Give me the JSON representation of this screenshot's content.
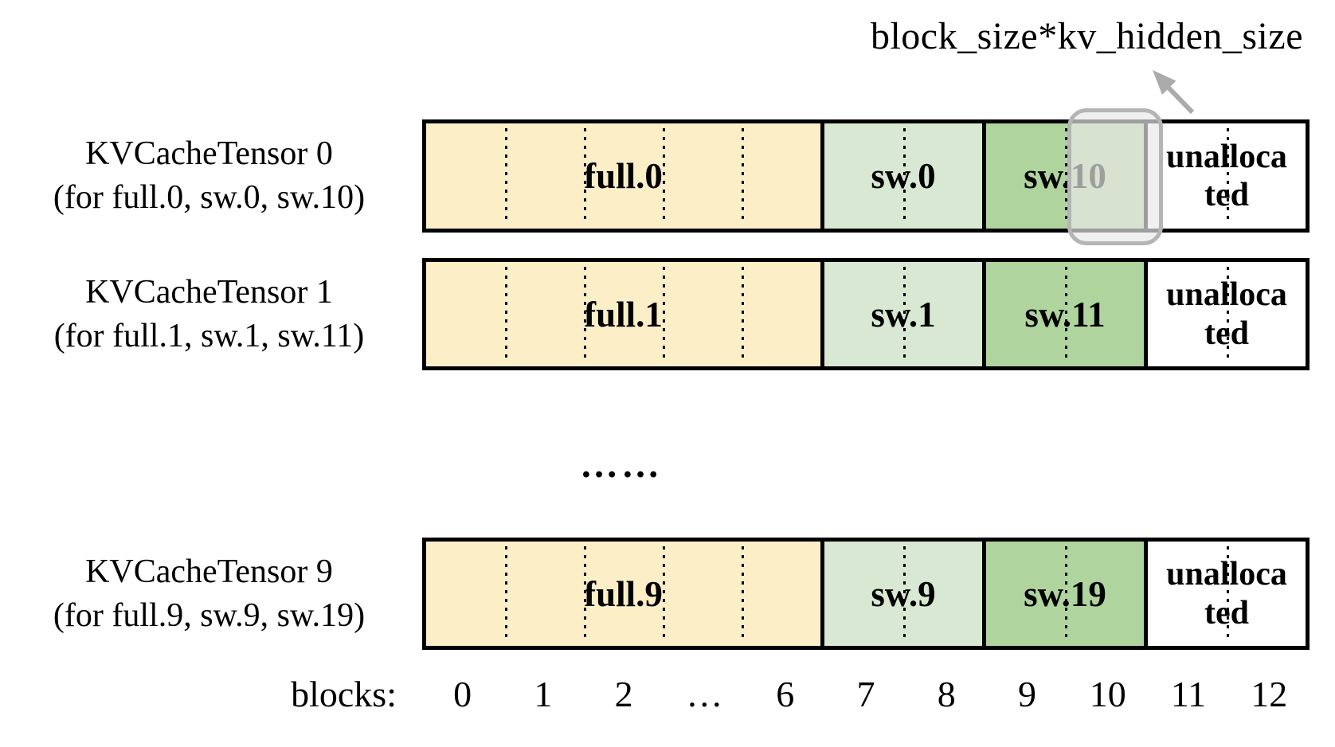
{
  "colors": {
    "segment-full": "#FCEFC8",
    "segment-sw-low": "#D8E8D2",
    "segment-sw-high": "#B0D49E",
    "highlight-fill": "#E9E9E9",
    "highlight-border": "#B5B5B5",
    "arrow": "#ABABAB"
  },
  "annotation": {
    "label": "block_size*kv_hidden_size"
  },
  "tensors": [
    {
      "title": "KVCacheTensor 0",
      "subtitle": "(for full.0, sw.0, sw.10)",
      "segments": [
        {
          "label": "full.0"
        },
        {
          "label": "sw.0"
        },
        {
          "label": "sw.10"
        },
        {
          "label": "unalloca\nted"
        }
      ]
    },
    {
      "title": "KVCacheTensor 1",
      "subtitle": "(for full.1, sw.1, sw.11)",
      "segments": [
        {
          "label": "full.1"
        },
        {
          "label": "sw.1"
        },
        {
          "label": "sw.11"
        },
        {
          "label": "unalloca\nted"
        }
      ]
    },
    {
      "title": "KVCacheTensor 9",
      "subtitle": "(for full.9, sw.9, sw.19)",
      "segments": [
        {
          "label": "full.9"
        },
        {
          "label": "sw.9"
        },
        {
          "label": "sw.19"
        },
        {
          "label": "unalloca\nted"
        }
      ]
    }
  ],
  "ellipsis": "……",
  "axis": {
    "label": "blocks:",
    "ticks": [
      "0",
      "1",
      "2",
      "…",
      "6",
      "7",
      "8",
      "9",
      "10",
      "11",
      "12"
    ]
  }
}
